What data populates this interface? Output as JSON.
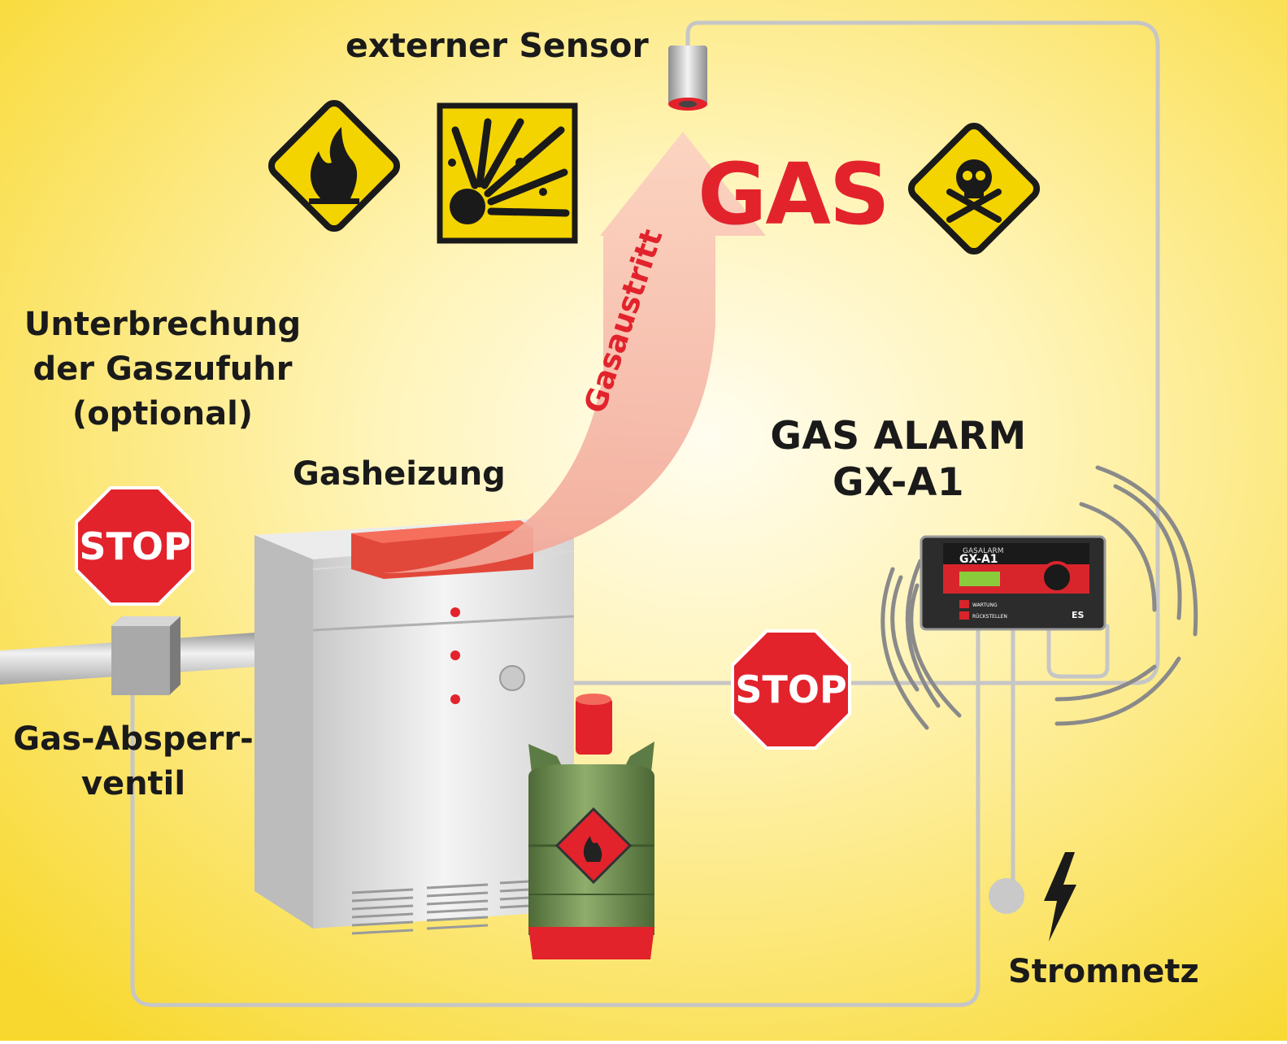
{
  "labels": {
    "sensor": "externer Sensor",
    "interrupt_line1": "Unterbrechung",
    "interrupt_line2": "der Gaszufuhr",
    "interrupt_line3": "(optional)",
    "heater": "Gasheizung",
    "valve_line1": "Gas-Absperr-",
    "valve_line2": "ventil",
    "alarm_line1": "GAS ALARM",
    "alarm_line2": "GX-A1",
    "power": "Stromnetz",
    "gas": "GAS",
    "gas_leak": "Gasaustritt",
    "stop": "STOP"
  },
  "device": {
    "brand_top": "GASALARM",
    "model": "GX-A1",
    "button1": "WARTUNG",
    "button2": "RÜCKSTELLEN",
    "maker": "ES"
  },
  "icons": [
    "flammable-warning-icon",
    "explosive-warning-icon",
    "toxic-skull-icon",
    "lightning-icon",
    "stop-sign-icon"
  ],
  "colors": {
    "background_center": "#fffbe0",
    "background_edge": "#f7d630",
    "warning_yellow": "#f4d400",
    "stop_red": "#e2232c",
    "arrow_pink": "#f6b8a4",
    "cylinder_green": "#6a8a4e",
    "wire_gray": "#c4c4c4"
  }
}
